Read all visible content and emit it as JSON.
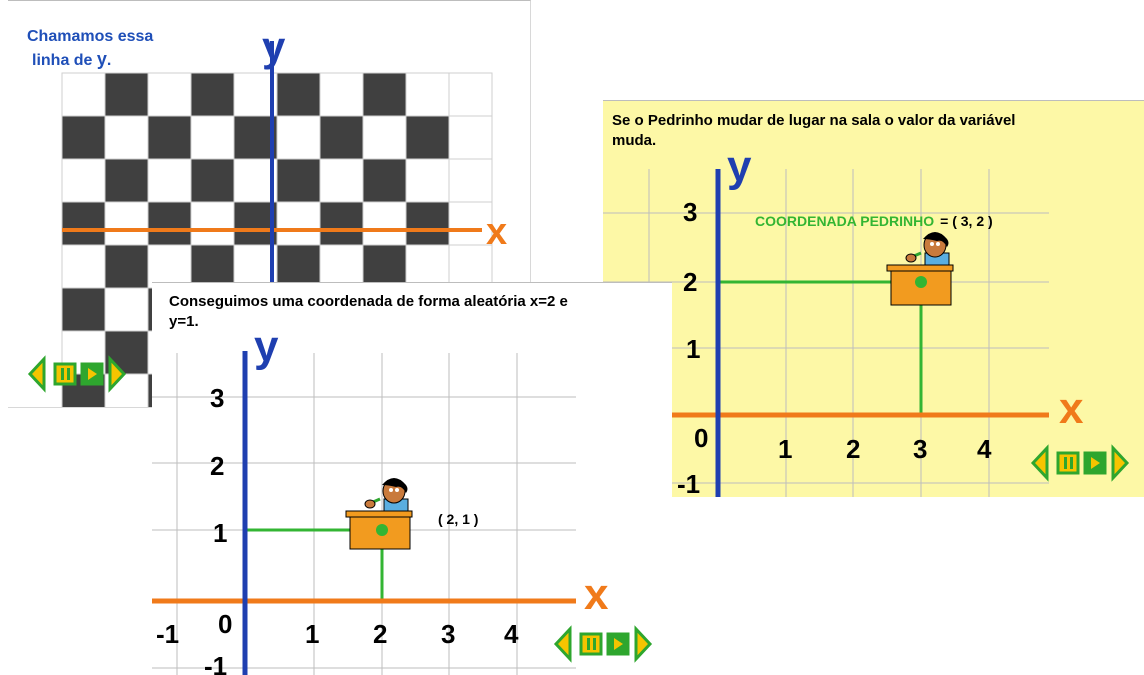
{
  "panel_a": {
    "caption_line1": "Chamamos essa",
    "caption_line2_prefix": "linha de ",
    "caption_line2_var": "y",
    "caption_line2_suffix": ".",
    "y_label": "y",
    "x_label": "x"
  },
  "panel_b": {
    "caption_line1": "Conseguimos uma coordenada de forma aleatória x=2 e",
    "caption_line2": "y=1.",
    "y_label": "y",
    "x_label": "x",
    "y_ticks": [
      "3",
      "2",
      "1",
      "0",
      "-1"
    ],
    "x_ticks": [
      "-1",
      "1",
      "2",
      "3",
      "4"
    ],
    "point_label": "( 2, 1 )"
  },
  "panel_c": {
    "caption_line1": "Se o Pedrinho mudar de lugar na sala o valor da variável",
    "caption_line2": "muda.",
    "y_label": "y",
    "x_label": "x",
    "y_ticks": [
      "3",
      "2",
      "1",
      "0",
      "-1"
    ],
    "x_ticks": [
      "1",
      "2",
      "3",
      "4"
    ],
    "coord_title": "COORDENADA PEDRINHO",
    "coord_eq": "= ( 3, 2 )"
  },
  "colors": {
    "y_axis": "#1f3fb0",
    "x_axis": "#f07a1a",
    "guide": "#33b533",
    "panel_c_bg": "#fdf8a6",
    "nav_green": "#2ea62e",
    "nav_yellow": "#f5c400"
  },
  "icons": {
    "nav_prev": "triangle-left-icon",
    "nav_pause": "pause-icon",
    "nav_play": "play-icon",
    "nav_next": "triangle-right-icon",
    "student": "student-at-desk-icon"
  }
}
